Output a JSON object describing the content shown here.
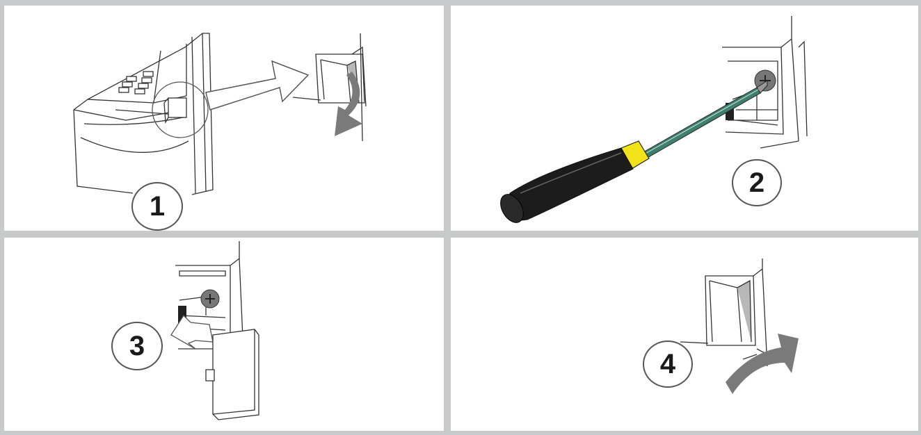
{
  "steps": [
    {
      "number": "1"
    },
    {
      "number": "2"
    },
    {
      "number": "3"
    },
    {
      "number": "4"
    }
  ],
  "colors": {
    "frame": "#c8c9cb",
    "panel": "#ffffff",
    "arrow": "#7a7a7a",
    "handle_black": "#1c1c1c",
    "handle_yellow": "#f2e21a",
    "shaft": "#3f7f6e"
  },
  "icons": [
    "device-icon",
    "flap-icon",
    "arrow-icon",
    "screwdriver-icon",
    "screw-icon",
    "cover-icon"
  ]
}
